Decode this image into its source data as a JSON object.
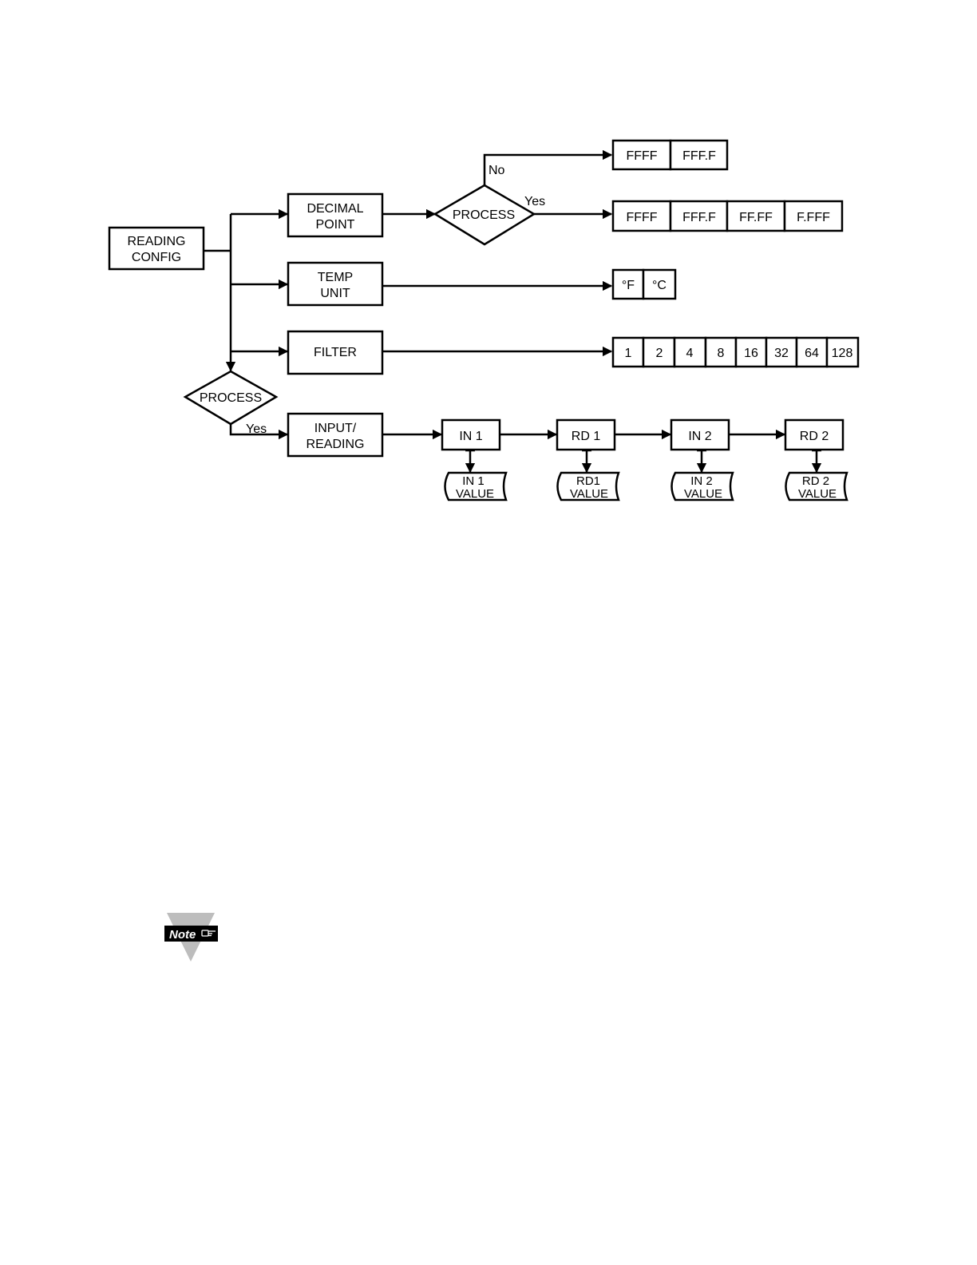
{
  "diagram": {
    "reading_config": [
      "READING",
      "CONFIG"
    ],
    "decimal_point": [
      "DECIMAL",
      "POINT"
    ],
    "temp_unit": [
      "TEMP",
      "UNIT"
    ],
    "filter": "FILTER",
    "process_top": "PROCESS",
    "process_left": "PROCESS",
    "input_reading": [
      "INPUT/",
      "READING"
    ],
    "no_label": "No",
    "yes_top": "Yes",
    "yes_left": "Yes",
    "dp_no_options": [
      "FFFF",
      "FFF.F"
    ],
    "dp_yes_options": [
      "FFFF",
      "FFF.F",
      "FF.FF",
      "F.FFF"
    ],
    "temp_options": [
      "°F",
      "°C"
    ],
    "filter_options": [
      "1",
      "2",
      "4",
      "8",
      "16",
      "32",
      "64",
      "128"
    ],
    "chain": [
      "IN 1",
      "RD 1",
      "IN 2",
      "RD 2"
    ],
    "values": [
      [
        "IN 1",
        "VALUE"
      ],
      [
        "RD1",
        "VALUE"
      ],
      [
        "IN 2",
        "VALUE"
      ],
      [
        "RD 2",
        "VALUE"
      ]
    ]
  },
  "note": {
    "label": "Note",
    "icon": "pointing-hand-icon"
  },
  "colors": {
    "ink": "#000000",
    "note_gray": "#bdbdbd",
    "paper": "#ffffff"
  }
}
